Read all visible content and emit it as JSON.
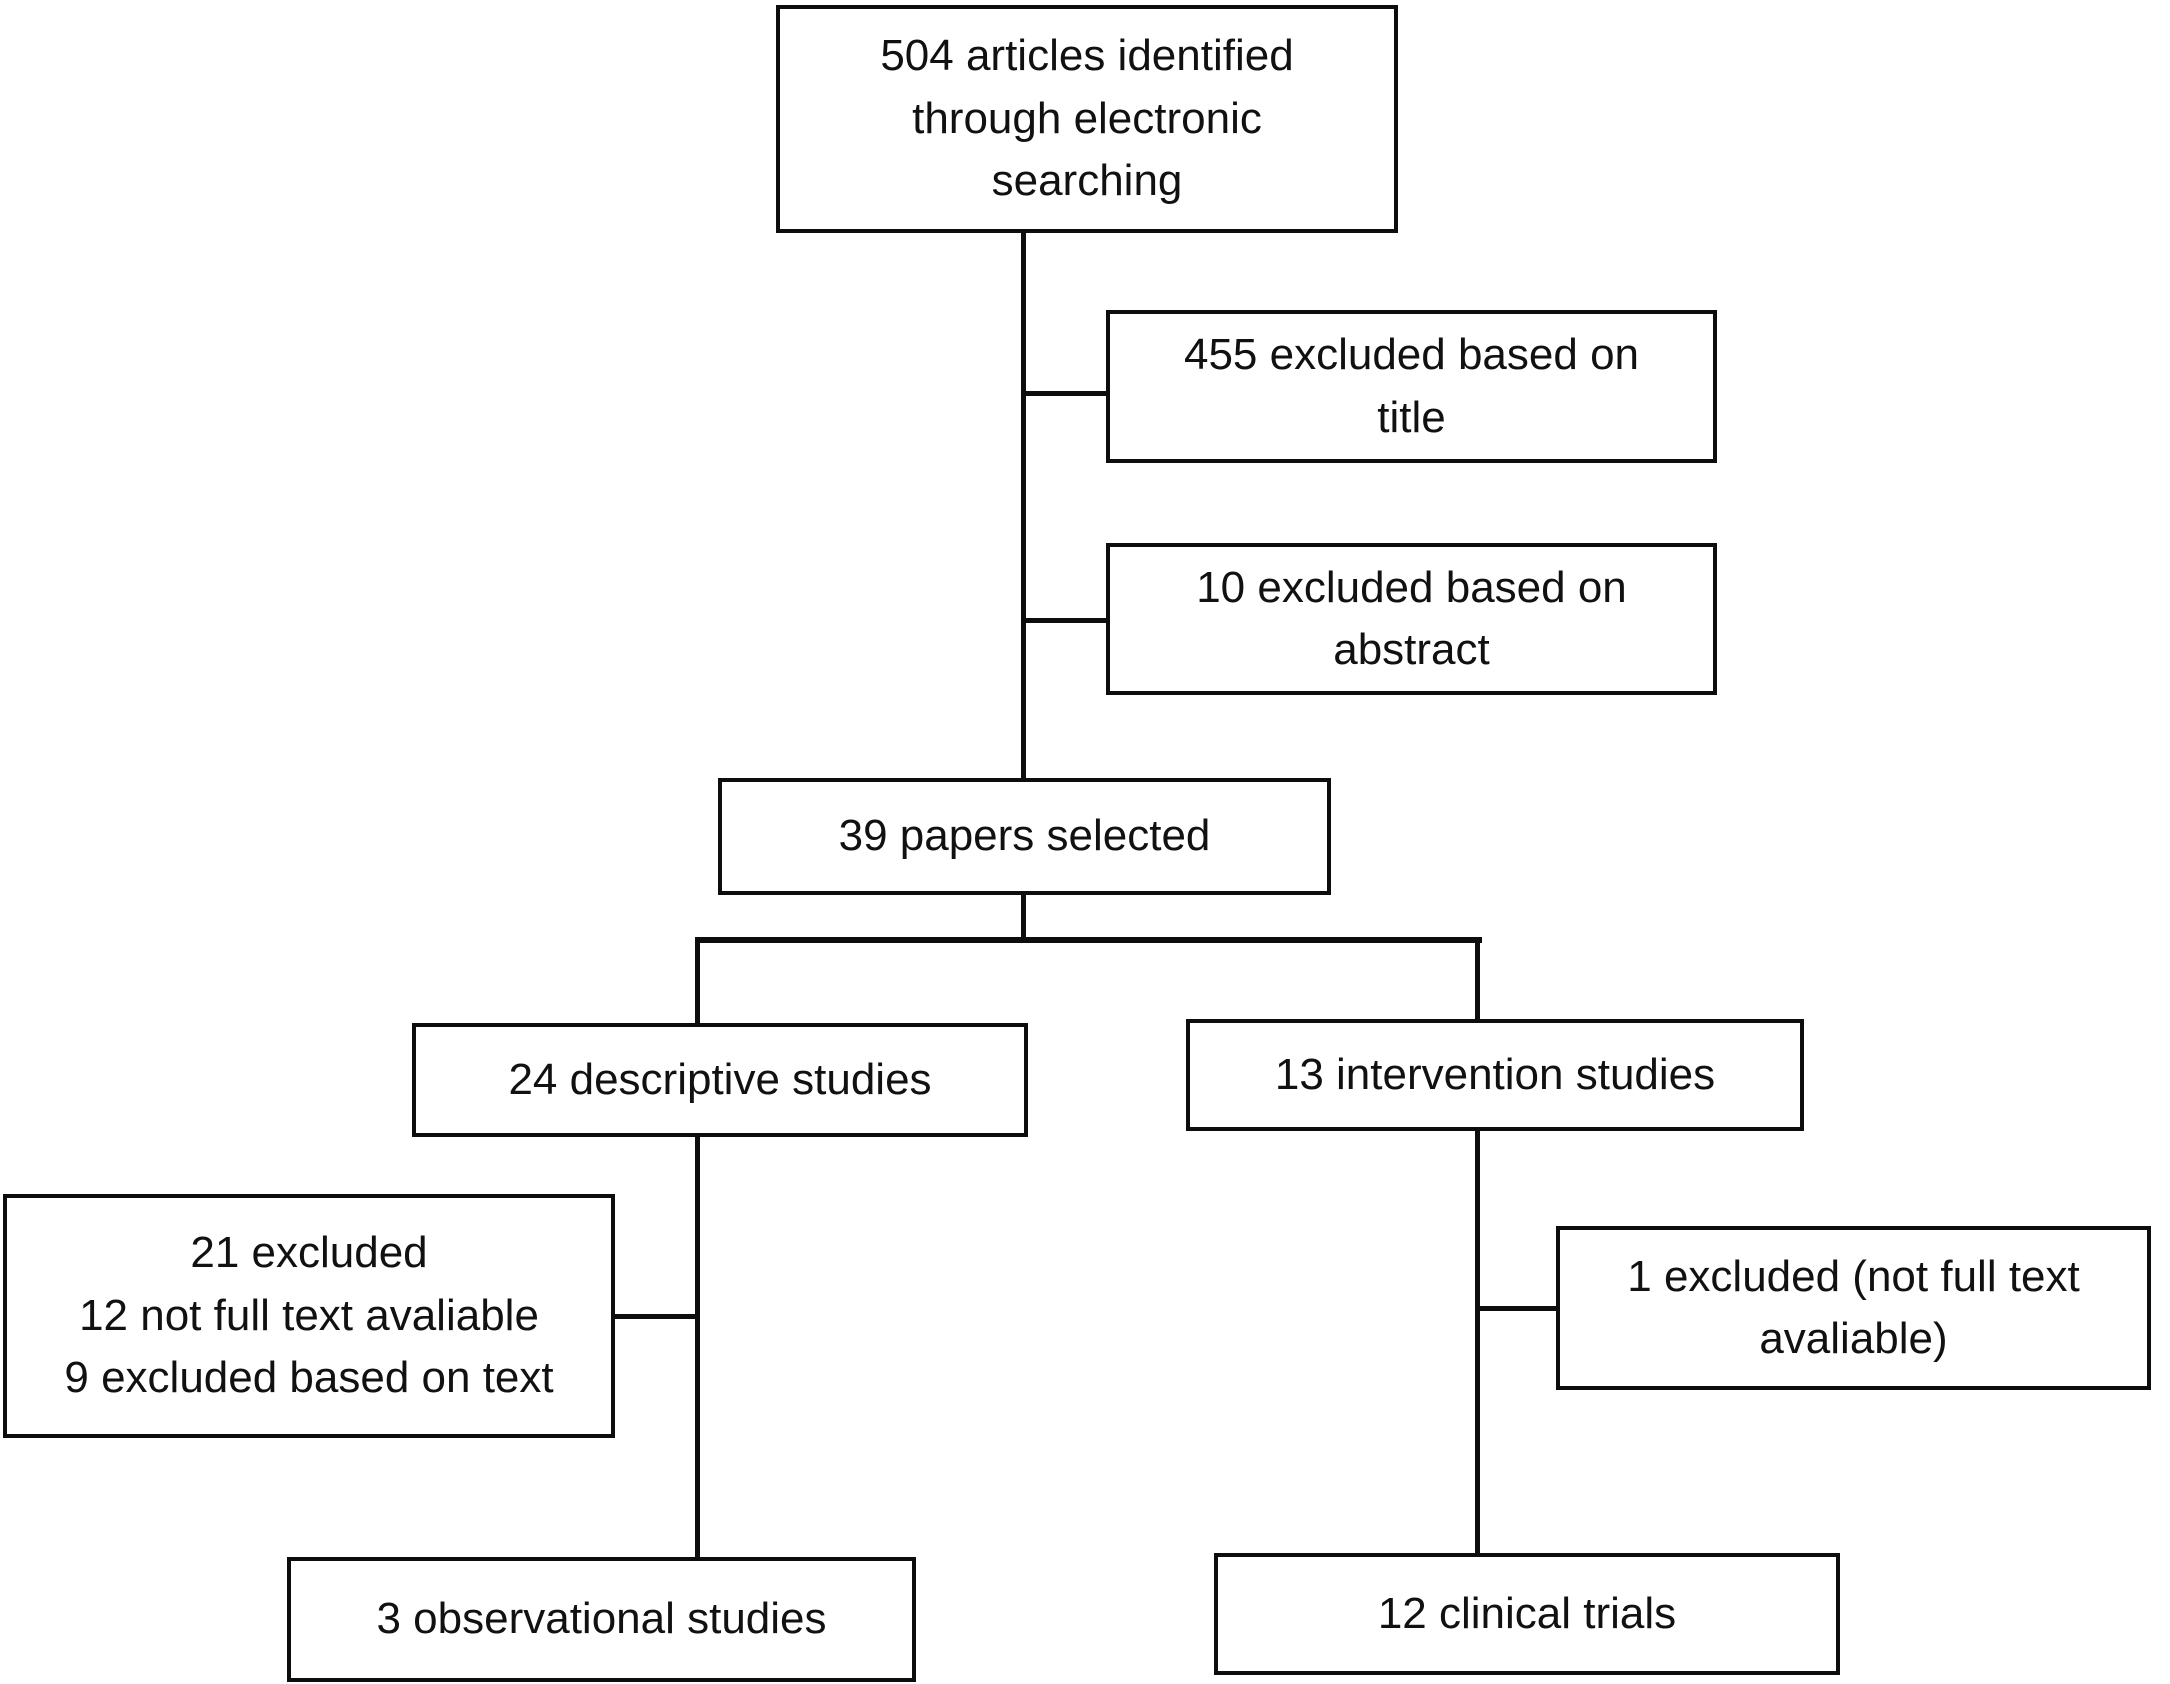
{
  "flowchart": {
    "colors": {
      "background": "#ffffff",
      "border": "#0d0d0d",
      "text": "#111111"
    },
    "boxes": {
      "identified": "504 articles identified\nthrough electronic\nsearching",
      "excluded_title": "455 excluded based on\ntitle",
      "excluded_abstract": "10 excluded based on\nabstract",
      "papers_selected": "39 papers selected",
      "descriptive": "24 descriptive studies",
      "intervention": "13 intervention studies",
      "descriptive_excluded": "21 excluded\n12 not full text avaliable\n9 excluded based on text",
      "intervention_excluded": "1 excluded (not full text\navaliable)",
      "observational": "3 observational studies",
      "clinical_trials": "12 clinical trials"
    }
  }
}
